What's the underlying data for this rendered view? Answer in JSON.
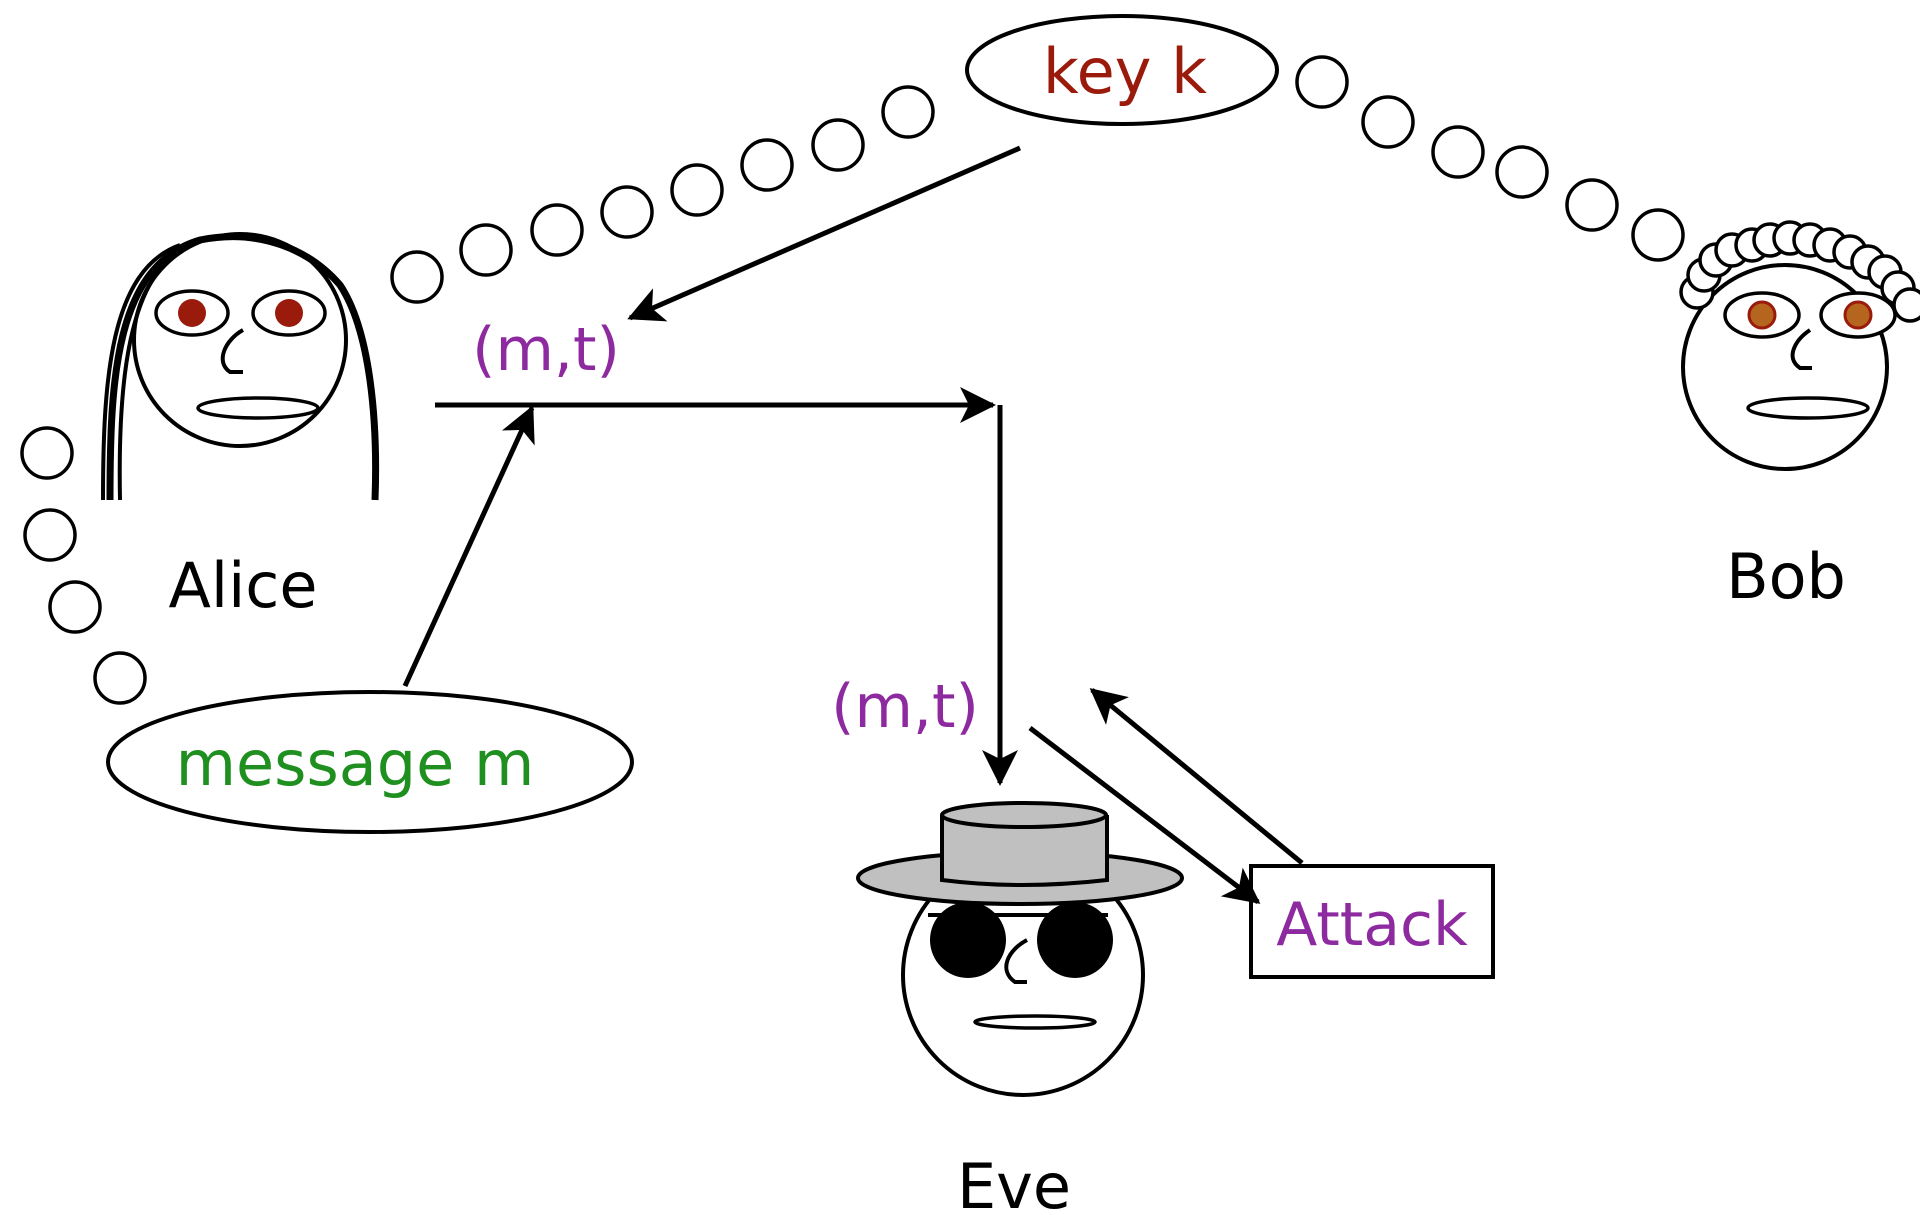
{
  "diagram": {
    "people": {
      "alice": {
        "name": "Alice"
      },
      "bob": {
        "name": "Bob"
      },
      "eve": {
        "name": "Eve"
      }
    },
    "nodes": {
      "key": {
        "label": "key k",
        "color": "#9a1a0c"
      },
      "message": {
        "label": "message m",
        "color": "#1f8f1f"
      },
      "attack": {
        "label": "Attack",
        "color": "#8e2aa0"
      }
    },
    "flow_labels": {
      "sent": "(m,t)",
      "received": "(m,t)",
      "color": "#8e2aa0"
    },
    "colors": {
      "eyes": "#9a1a0c",
      "bob_eyes": "#b5651d",
      "hat": "#c0c0c0",
      "glasses": "#000000"
    }
  }
}
